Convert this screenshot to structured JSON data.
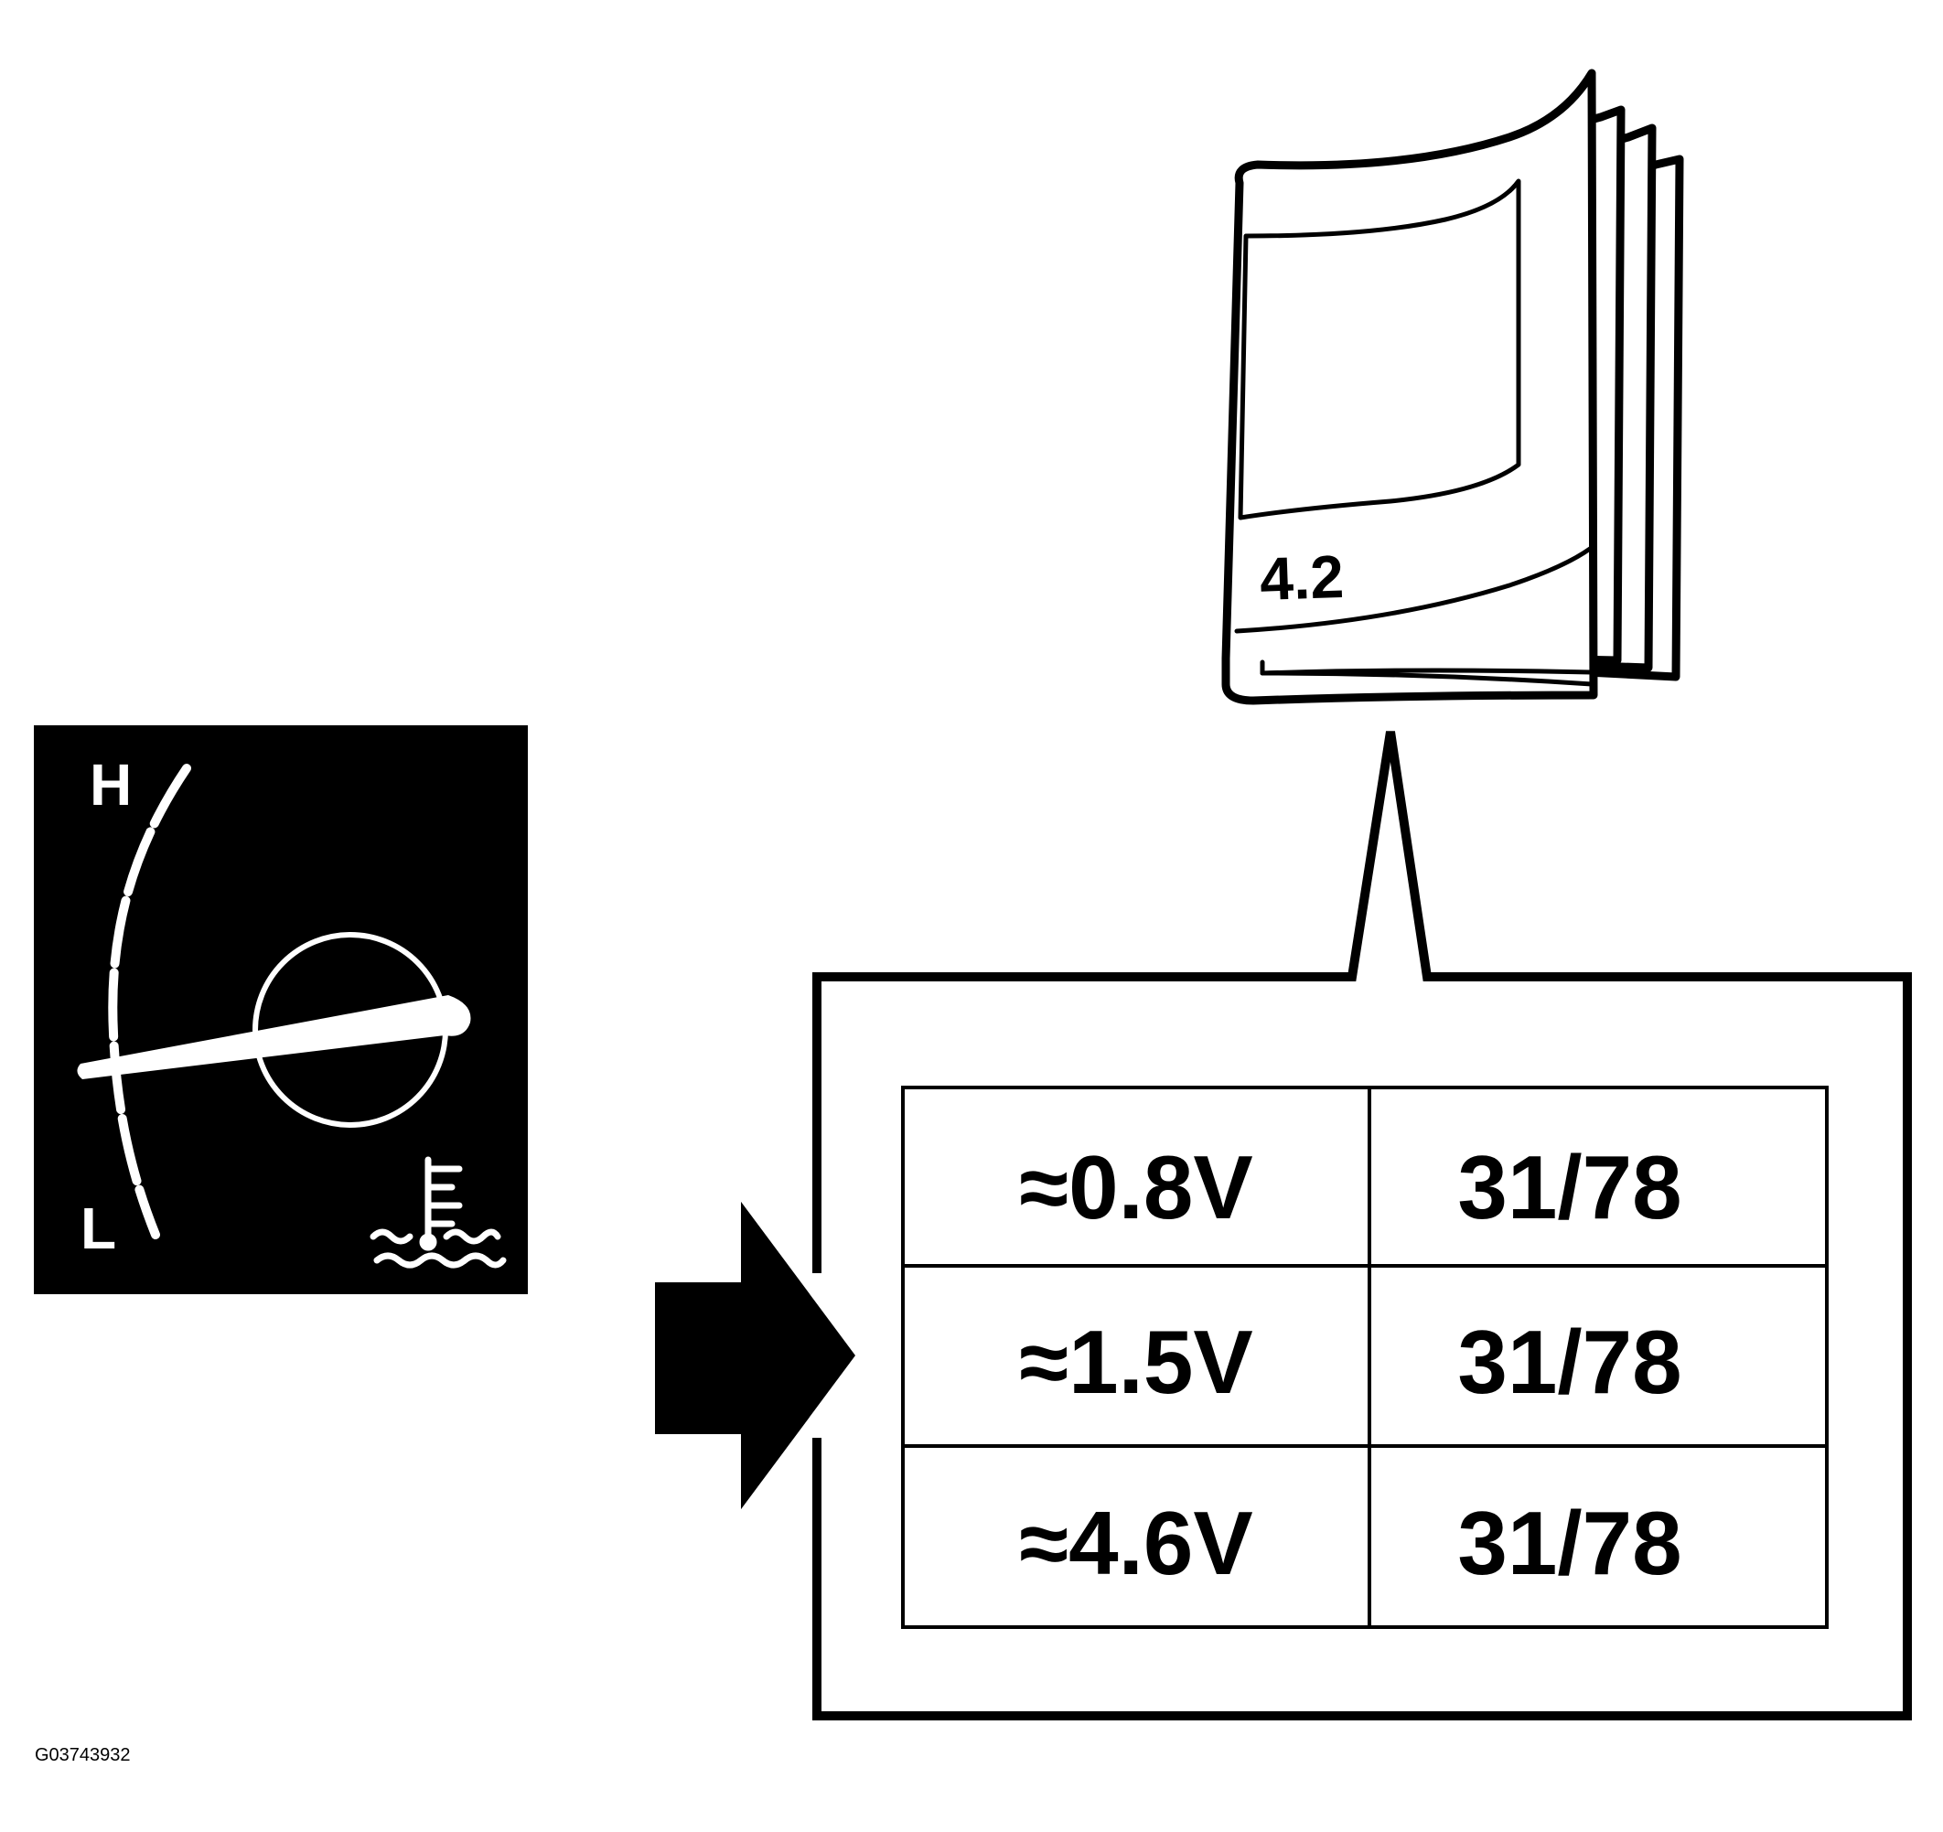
{
  "gauge": {
    "high_label": "H",
    "low_label": "L",
    "icon": "coolant-temperature-icon"
  },
  "arrow": {
    "icon": "right-arrow-icon"
  },
  "manual": {
    "label": "4.2",
    "icon": "manual-book-icon"
  },
  "table": {
    "rows": [
      {
        "voltage": "≈0.8V",
        "reference": "31/78"
      },
      {
        "voltage": "≈1.5V",
        "reference": "31/78"
      },
      {
        "voltage": "≈4.6V",
        "reference": "31/78"
      }
    ]
  },
  "figure_id": "G03743932",
  "colors": {
    "ink": "#000000",
    "paper": "#ffffff"
  }
}
